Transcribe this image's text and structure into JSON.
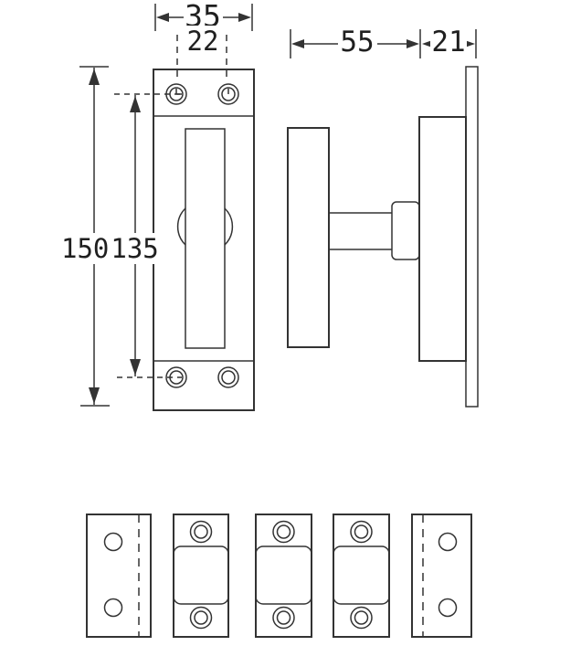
{
  "drawing": {
    "type": "technical-dimension-drawing",
    "subject": "window bolt / turn-knob fastener with keeper plates",
    "views": [
      "front-view",
      "side-view",
      "keeper-plates-row"
    ],
    "colors": {
      "line": "#333333",
      "text": "#1f1f1f",
      "background": "#ffffff"
    },
    "dimensions": {
      "front_plate_width": "35",
      "front_screw_hole_spacing": "22",
      "front_plate_height": "150",
      "front_screw_hole_distance": "135",
      "side_knob_projection": "55",
      "side_base_depth": "21"
    },
    "keeper_plates_count": 5
  }
}
